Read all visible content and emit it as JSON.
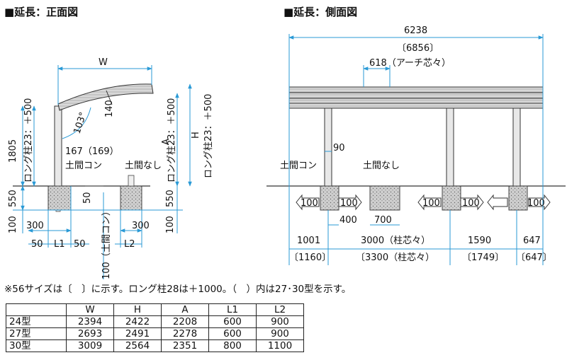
{
  "titles": {
    "front": "■延長：正面図",
    "side": "■延長：側面図"
  },
  "front": {
    "width_label": "W",
    "angle": "103°",
    "beam": "140",
    "post_note_1": "167（169）",
    "post_note_2": "土間コン",
    "no_slab": "土間なし",
    "height_1805": "1805",
    "long_post_left": "ロング柱23：＋500",
    "long_post_mid": "ロング柱23：＋500",
    "long_post_right": "ロング柱23：＋500",
    "a_label": "A",
    "h_label": "H",
    "d550_left": "550",
    "d550_right": "550",
    "d100_left": "100",
    "d100_right": "100",
    "d50_inner": "50",
    "d300_left": "300",
    "d300_right": "300",
    "d50_left": "50",
    "l1": "L1",
    "d50_right": "50",
    "l2": "L2",
    "slab_100": "100（土間コン）"
  },
  "side": {
    "total": "6238",
    "total_56": "〔6856〕",
    "arch": "618（アーチ芯々）",
    "d90": "90",
    "post_note": "土間コン",
    "no_slab": "土間なし",
    "d100_a": "100",
    "d100_b": "100",
    "d100_c": "100",
    "d100_d": "100",
    "d100_e": "100",
    "d400": "400",
    "d700": "700",
    "d1001": "1001",
    "d1160": "〔1160〕",
    "d3000": "3000（柱芯々）",
    "d3300": "〔3300（柱芯々）",
    "d1590": "1590",
    "d1749": "〔1749〕",
    "d647": "647",
    "d647b": "〔647〕"
  },
  "note": "※56サイズは〔　〕に示す。ロング柱28は＋1000。（　）内は27･30型を示す。",
  "table": {
    "headers": [
      "",
      "W",
      "H",
      "A",
      "L1",
      "L2"
    ],
    "rows": [
      [
        "24型",
        "2394",
        "2422",
        "2208",
        "600",
        "900"
      ],
      [
        "27型",
        "2693",
        "2491",
        "2278",
        "600",
        "900"
      ],
      [
        "30型",
        "3009",
        "2564",
        "2351",
        "800",
        "1100"
      ]
    ]
  }
}
